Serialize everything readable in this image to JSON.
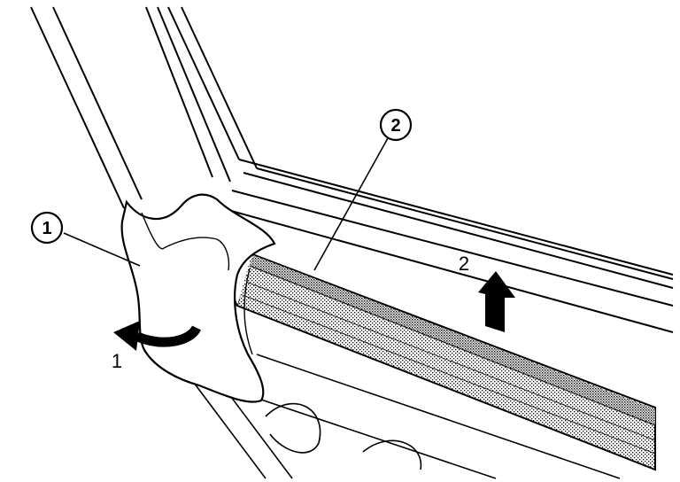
{
  "figure": {
    "callouts": [
      {
        "id": "1",
        "label": "1"
      },
      {
        "id": "2",
        "label": "2"
      }
    ],
    "steps": [
      {
        "id": "1",
        "label": "1",
        "arrow": "curved-arrow-icon"
      },
      {
        "id": "2",
        "label": "2",
        "arrow": "up-arrow-icon"
      }
    ]
  },
  "colors": {
    "line": "#000000",
    "background": "#ffffff",
    "seal_shade": "#a8a8a8"
  }
}
